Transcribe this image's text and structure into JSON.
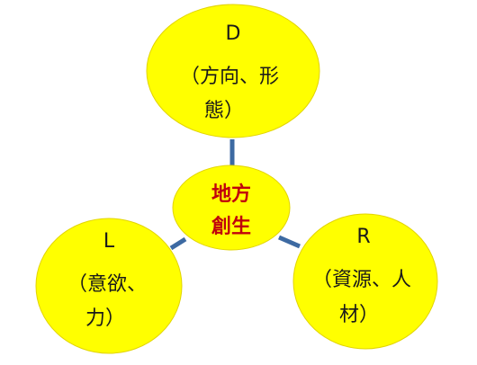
{
  "colors": {
    "node_fill": "#ffff00",
    "node_stroke": "#e2d400",
    "connector": "#3d6aa2",
    "center_text": "#c0000c",
    "node_text": "#1a1a1a"
  },
  "center": {
    "line1": "地方",
    "line2": "創生"
  },
  "top": {
    "letter": "D",
    "line1": "（方向、形",
    "line2": "態）"
  },
  "left": {
    "letter": "L",
    "line1": "（意欲、",
    "line2": "力）"
  },
  "right": {
    "letter": "R",
    "line1": "（資源、人",
    "line2": "材）"
  }
}
